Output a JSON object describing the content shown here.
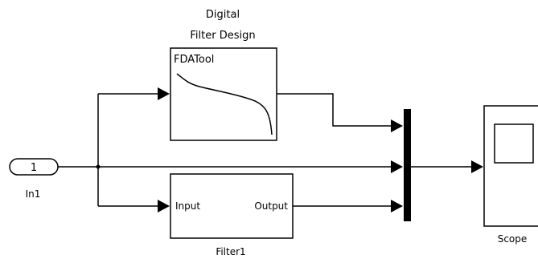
{
  "diagram": {
    "blocks": {
      "in1": {
        "port_number": "1",
        "label": "In1"
      },
      "fda": {
        "title_line1": "Digital",
        "title_line2": "Filter Design",
        "inner_label": "FDATool"
      },
      "filter1": {
        "input_port": "Input",
        "output_port": "Output",
        "label": "Filter1"
      },
      "mux": {
        "label": ""
      },
      "scope": {
        "label": "Scope"
      }
    }
  }
}
